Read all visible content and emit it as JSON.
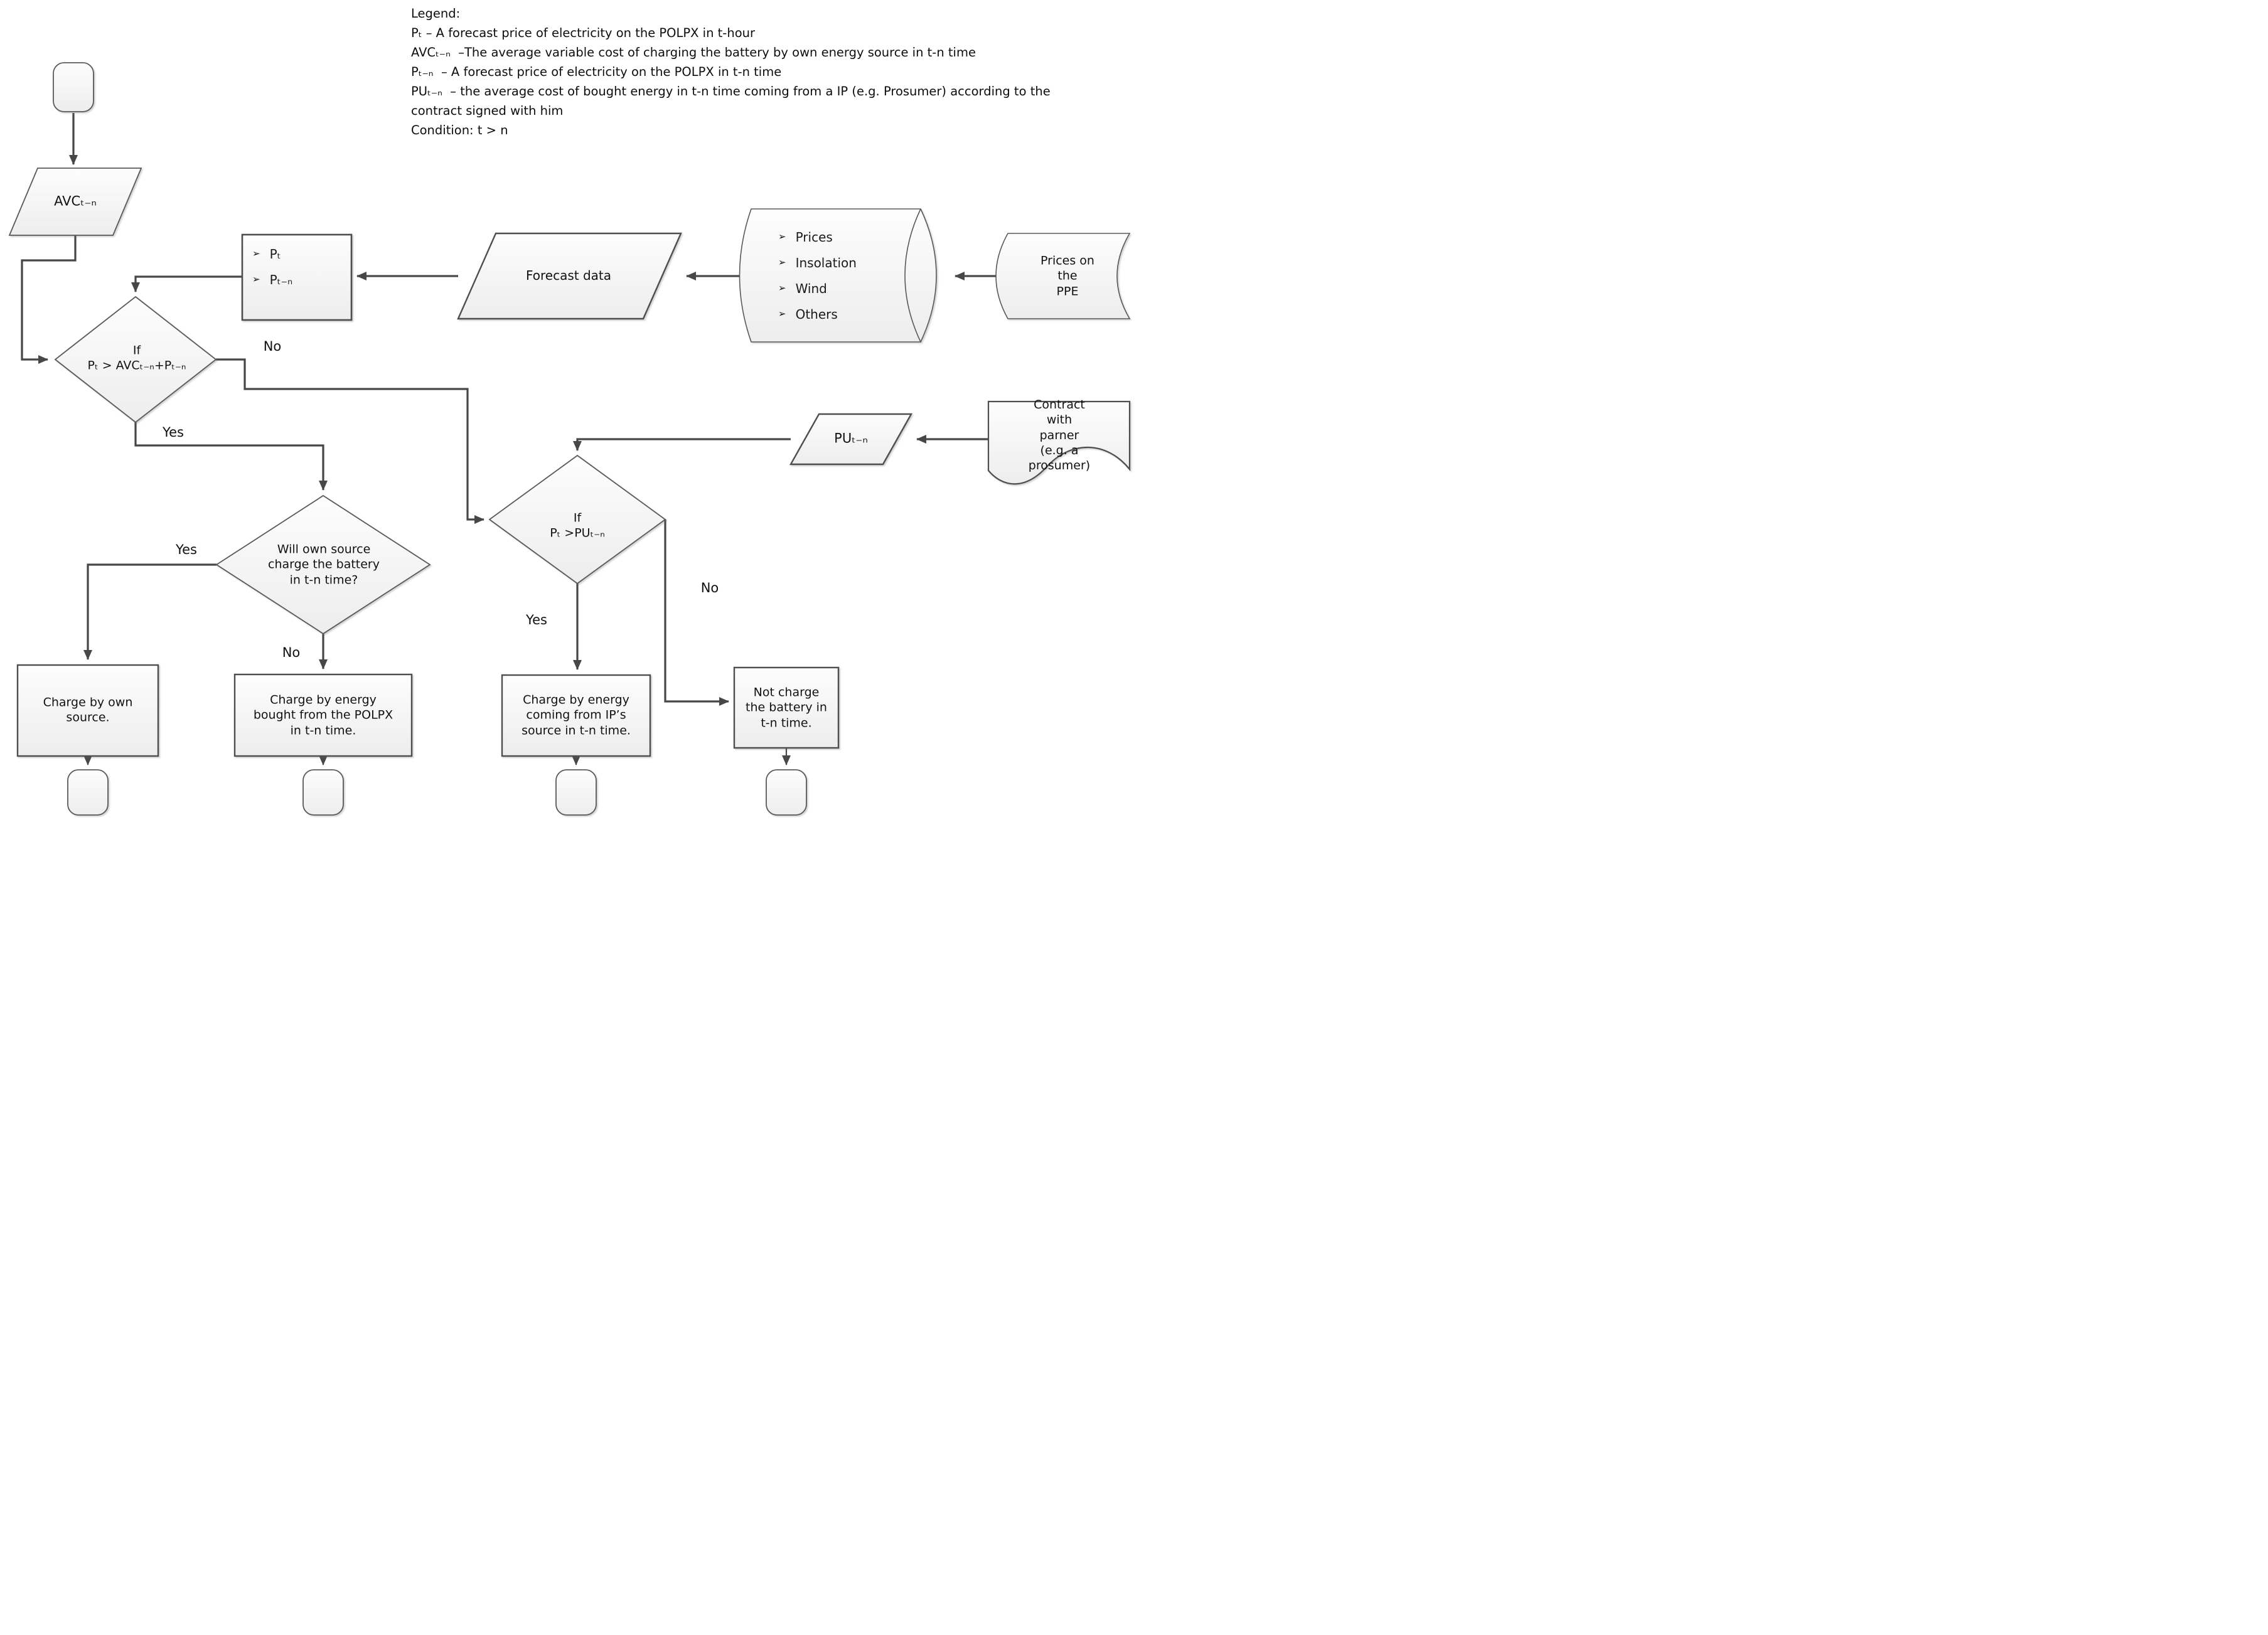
{
  "bullet": "➢",
  "legend": {
    "lines": [
      "Legend:",
      "Pₜ – A forecast price of electricity on the POLPX in t-hour",
      "AVCₜ₋ₙ  –The average variable cost of charging the battery by own energy source in t-n time",
      "Pₜ₋ₙ  – A forecast price of electricity on the POLPX in t-n time",
      "PUₜ₋ₙ  – the average cost of bought energy in t-n time coming from a IP (e.g. Prosumer) according to the",
      "contract signed with him",
      "Condition: t > n"
    ]
  },
  "nodes": {
    "avc_input": "AVCₜ₋ₙ",
    "forecast_inputs": {
      "items": [
        "Pₜ",
        "Pₜ₋ₙ"
      ]
    },
    "forecast_data": "Forecast data",
    "forecast_db": {
      "items": [
        "Prices",
        "Insolation",
        "Wind",
        "Others"
      ]
    },
    "ppe_store": "Prices on the\nPPE",
    "contract_doc": "Contract with\nparner\n(e.g. a prosumer)",
    "pu_input": "PUₜ₋ₙ",
    "decision_avc": "If\nPₜ > AVCₜ₋ₙ+Pₜ₋ₙ",
    "decision_pu": "If\nPₜ >PUₜ₋ₙ",
    "decision_own_source": "Will own source\ncharge the battery\nin t-n time?",
    "charge_own": "Charge by own\nsource.",
    "charge_polpx": "Charge by energy\nbought from the POLPX\nin t-n time.",
    "charge_ip": "Charge by energy\ncoming from IP’s\nsource in t-n time.",
    "not_charge": "Not charge\nthe battery in\nt-n time."
  },
  "edges": {
    "d1_no": "No",
    "d1_yes": "Yes",
    "d2_yes": "Yes",
    "d2_no": "No",
    "d3_yes": "Yes",
    "d3_no": "No"
  },
  "colors": {
    "connector": "#474747",
    "shape_border": "#595959",
    "shape_fill_top": "#fdfdfd",
    "shape_fill_bottom": "#ededed"
  }
}
